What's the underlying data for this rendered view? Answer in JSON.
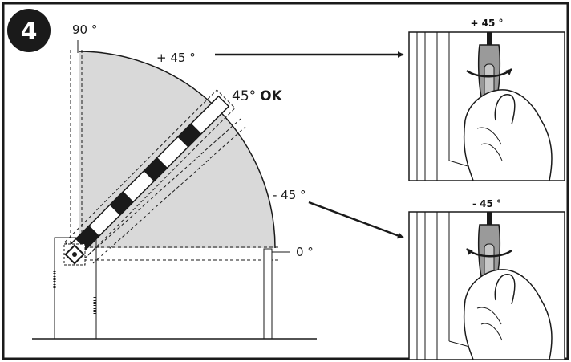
{
  "step": {
    "number": "4"
  },
  "angles": {
    "deg90": "90 °",
    "plus45": "+ 45 °",
    "ok45_num": "45°",
    "ok45_word": "OK",
    "minus45": "- 45 °",
    "deg0": "0 °"
  },
  "insets": {
    "top": {
      "label": "+ 45 °"
    },
    "bottom": {
      "label": "- 45 °"
    }
  },
  "colors": {
    "sweep": "#d9d9d9",
    "frame": "#1a1a1a",
    "badge": "#1a1a1a"
  }
}
